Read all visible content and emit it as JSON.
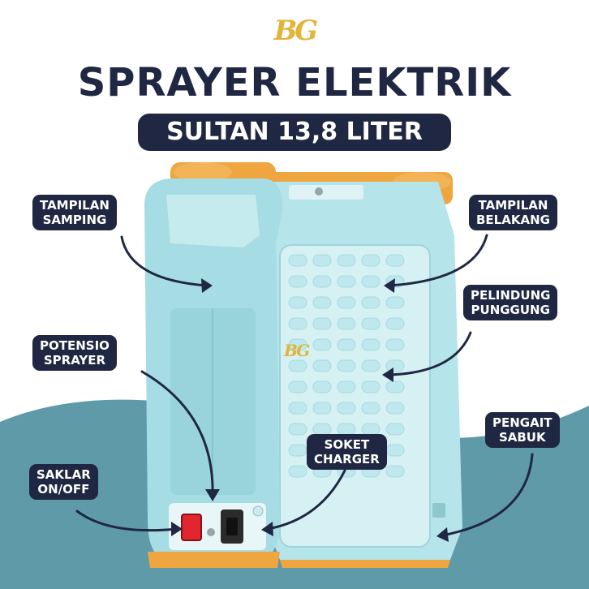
{
  "logo": {
    "text": "BG"
  },
  "header": {
    "title": "SPRAYER ELEKTRIK",
    "subtitle": "SULTAN 13,8 LITER"
  },
  "callouts": {
    "samping": {
      "line1": "TAMPILAN",
      "line2": "SAMPING"
    },
    "belakang": {
      "line1": "TAMPILAN",
      "line2": "BELAKANG"
    },
    "pelindung": {
      "line1": "PELINDUNG",
      "line2": "PUNGGUNG"
    },
    "potensio": {
      "line1": "POTENSIO",
      "line2": "SPRAYER"
    },
    "soket": {
      "line1": "SOKET",
      "line2": "CHARGER"
    },
    "pengait": {
      "line1": "PENGAIT",
      "line2": "SABUK"
    },
    "saklar": {
      "line1": "SAKLAR",
      "line2": "ON/OFF"
    }
  },
  "watermark": {
    "text": "BG"
  },
  "colors": {
    "navy": "#1f2742",
    "teal_wave": "#5f9aa9",
    "tank_blue": "#a9dde4",
    "tank_orange": "#f0a640",
    "switch_red": "#e2262f",
    "logo_gold": "#e3b43a"
  }
}
